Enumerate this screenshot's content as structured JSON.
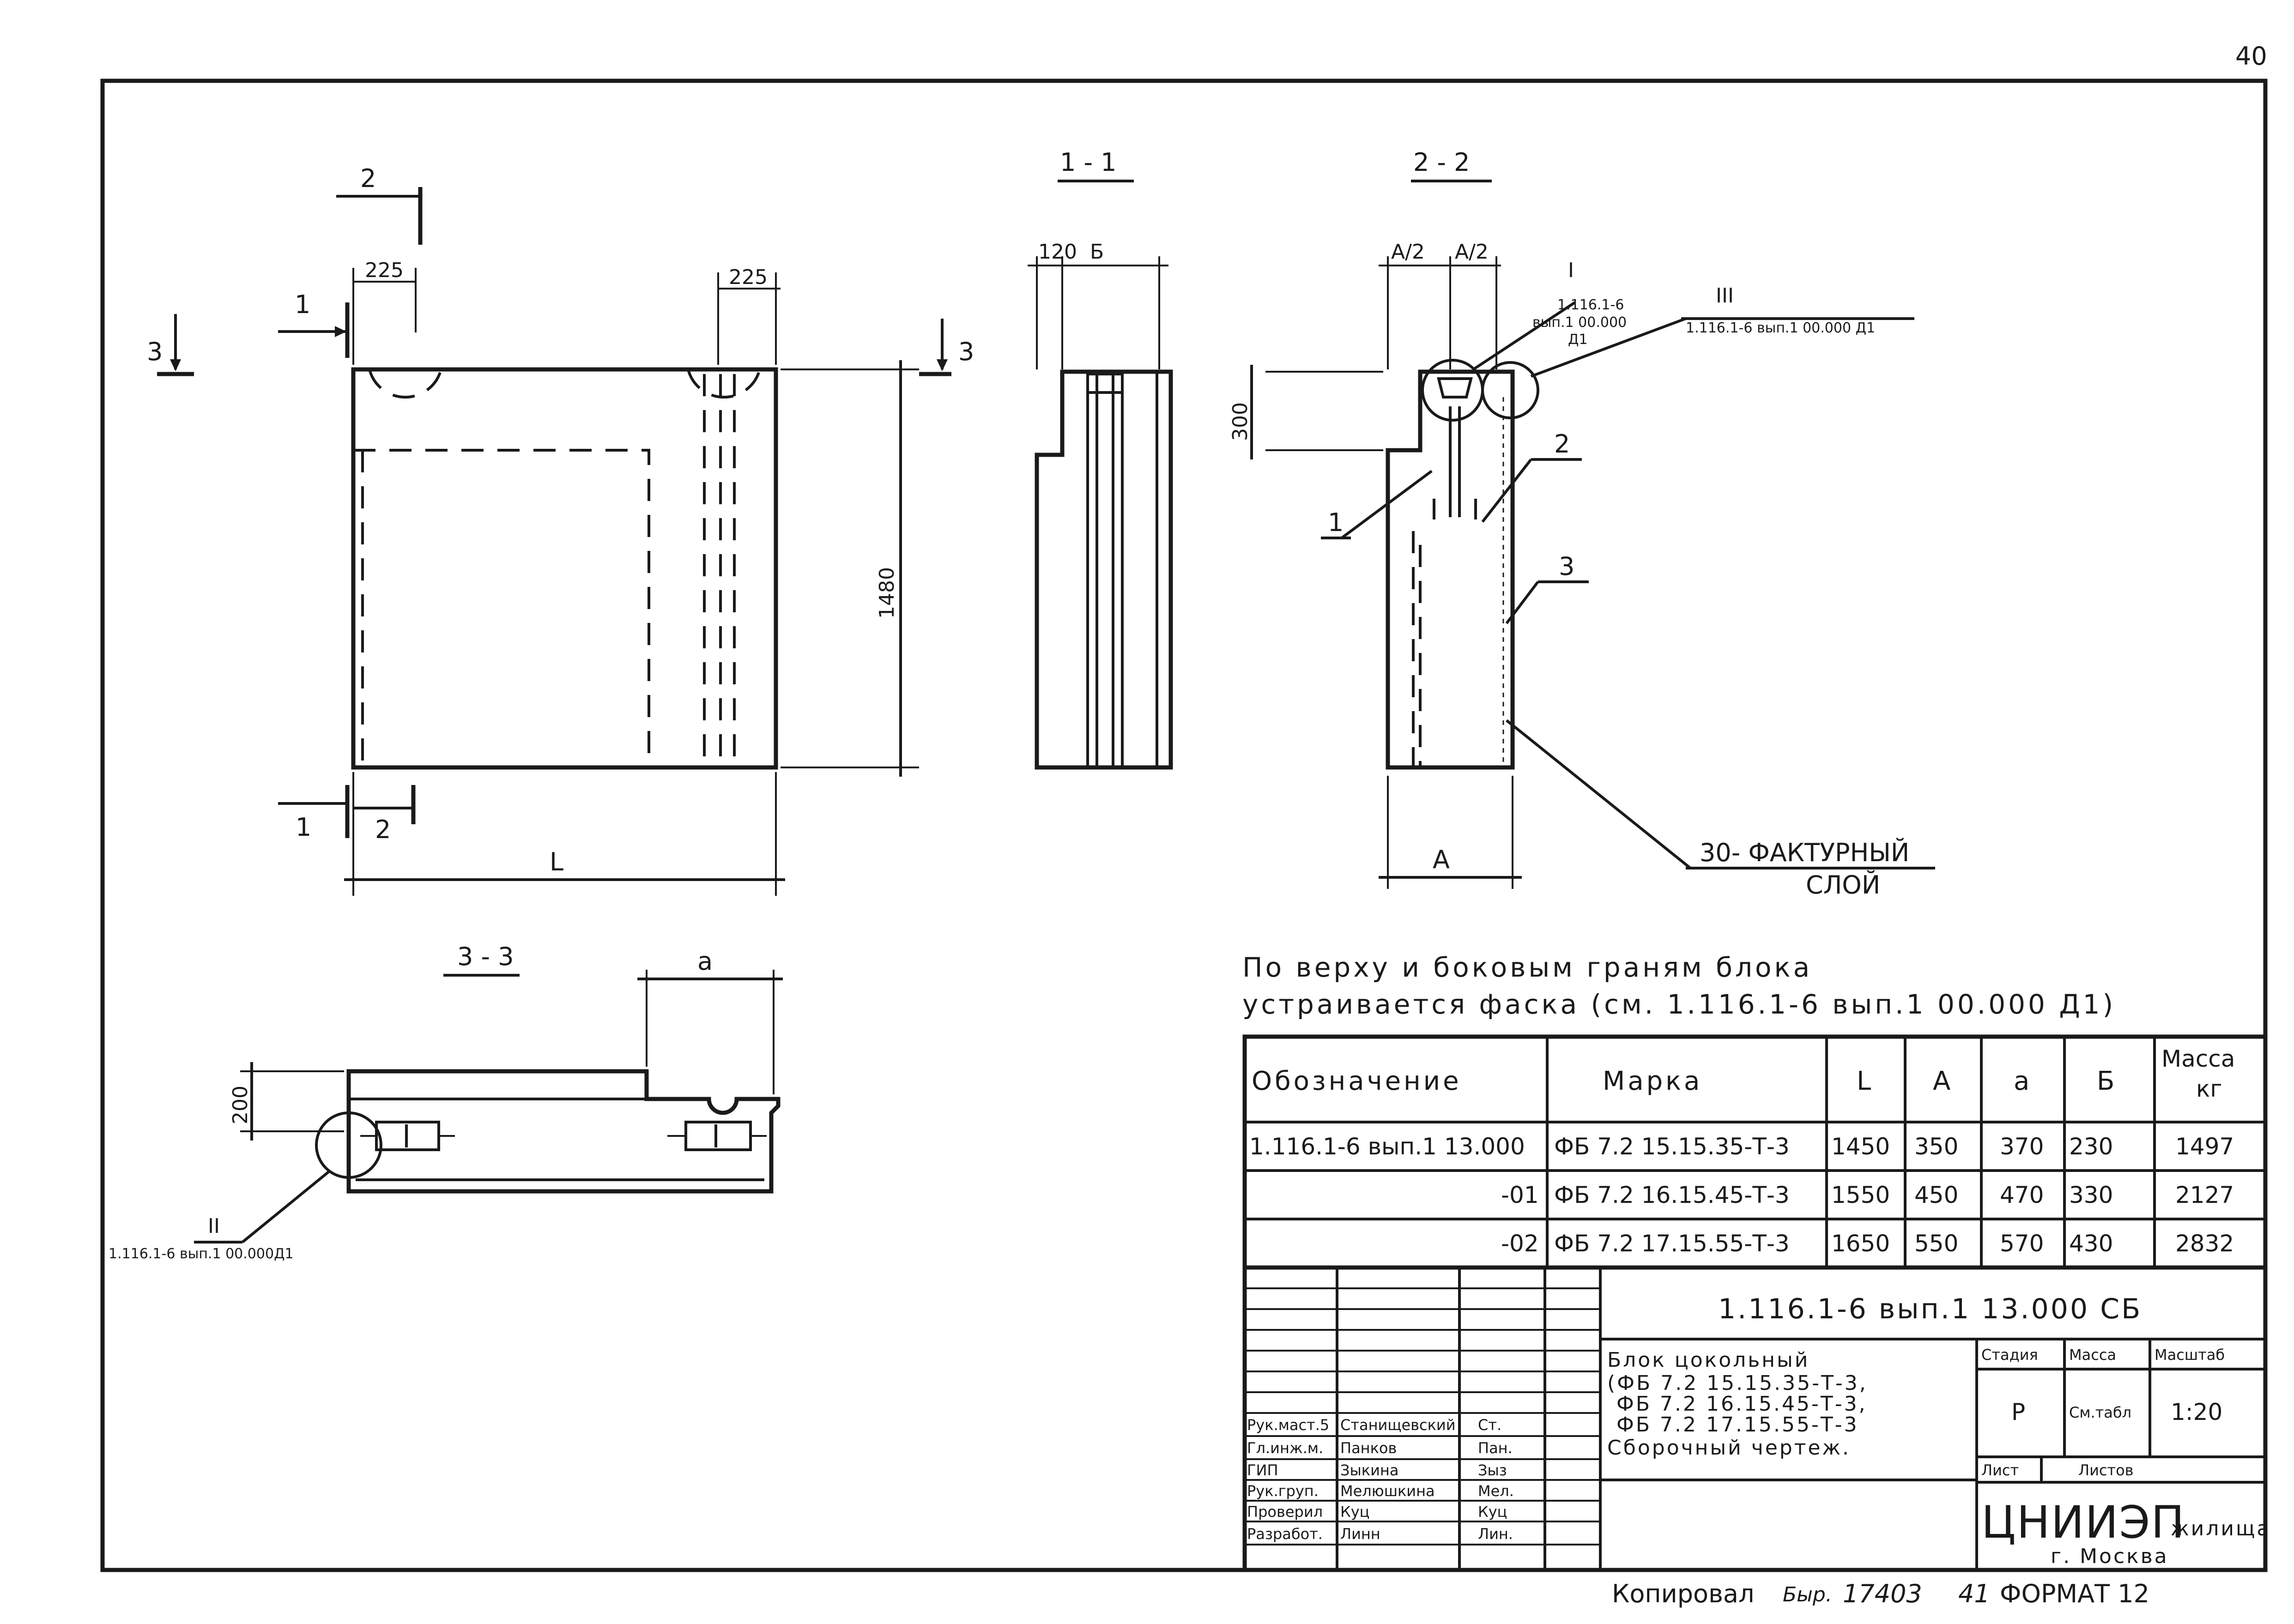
{
  "sheet": {
    "page_number": "40",
    "format": "ФОРМАТ 12",
    "copied": "Копировал",
    "copied_sign": "Быр.",
    "copy_number": "17403",
    "copy_extra": "41"
  },
  "front_view": {
    "section_2_marker": "2",
    "section_1_marker": "1",
    "section_3_marker": "3",
    "dim_left_groove": "225",
    "dim_right_groove": "225",
    "height": "1480",
    "length": "L"
  },
  "section_1_1": {
    "title": "1 - 1",
    "dim_a": "120",
    "dim_b": "Б"
  },
  "section_2_2": {
    "title": "2 - 2",
    "dim_half_left": "A/2",
    "dim_half_right": "A/2",
    "dim_depth": "300",
    "width": "A",
    "callout_I_roman": "I",
    "callout_I_ref1": "1.116.1-6",
    "callout_I_ref2": "вып.1 00.000",
    "callout_I_ref3": "Д1",
    "callout_III_roman": "III",
    "callout_III_ref": "1.116.1-6 вып.1 00.000 Д1",
    "pos1": "1",
    "pos2": "2",
    "pos3": "3",
    "layer_line1": "30- ФАКТУРНЫЙ",
    "layer_line2": "СЛОЙ"
  },
  "section_3_3": {
    "title": "3 - 3",
    "dim_a": "a",
    "dim_height": "200",
    "callout_II_roman": "II",
    "callout_II_ref": "1.116.1-6 вып.1 00.000Д1"
  },
  "note": {
    "line1": "По верху и боковым граням блока",
    "line2": "устраивается фаска (см. 1.116.1-6 вып.1 00.000 Д1)"
  },
  "spec_table": {
    "headers": [
      "Обозначение",
      "Марка",
      "L",
      "A",
      "a",
      "Б",
      "Масса",
      "кг"
    ],
    "rows": [
      [
        "1.116.1-6 вып.1 13.000",
        "ФБ 7.2 15.15.35-Т-3",
        "1450",
        "350",
        "370",
        "230",
        "1497"
      ],
      [
        "-01",
        "ФБ 7.2 16.15.45-Т-3",
        "1550",
        "450",
        "470",
        "330",
        "2127"
      ],
      [
        "-02",
        "ФБ 7.2 17.15.55-Т-3",
        "1650",
        "550",
        "570",
        "430",
        "2832"
      ]
    ]
  },
  "title_block": {
    "document_code": "1.116.1-6 вып.1 13.000 СБ",
    "title_lines": [
      "Блок цокольный",
      "(ФБ 7.2 15.15.35-Т-3,",
      "ФБ 7.2 16.15.45-Т-3,",
      "ФБ 7.2 17.15.55-Т-3",
      "Сборочный чертеж."
    ],
    "stage_label": "Стадия",
    "mass_label": "Масса",
    "scale_label": "Масштаб",
    "stage_value": "Р",
    "mass_value": "См.табл",
    "scale_value": "1:20",
    "sheet_label": "Лист",
    "sheets_label": "Листов",
    "org_name": "ЦНИИЭП",
    "org_suffix": "жилища",
    "org_city": "г. Москва",
    "signatures": [
      {
        "role": "Рук.маст.5",
        "name": "Станищевский",
        "sign": "Ст."
      },
      {
        "role": "Гл.инж.м.",
        "name": "Панков",
        "sign": "Пан."
      },
      {
        "role": "ГИП",
        "name": "Зыкина",
        "sign": "Зыз"
      },
      {
        "role": "Рук.груп.",
        "name": "Мелюшкина",
        "sign": "Мел."
      },
      {
        "role": "Проверил",
        "name": "Куц",
        "sign": "Куц"
      },
      {
        "role": "Разработ.",
        "name": "Линн",
        "sign": "Лин."
      }
    ]
  }
}
